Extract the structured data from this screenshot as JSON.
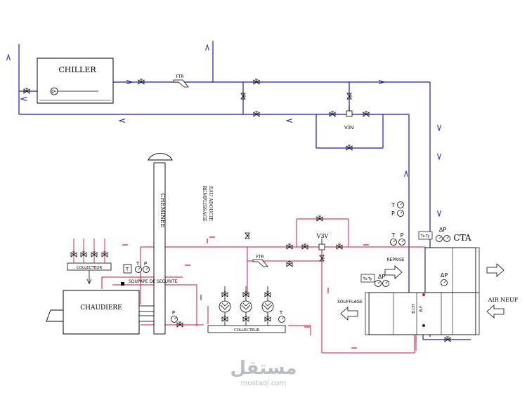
{
  "labels": {
    "chiller": "CHILLER",
    "ftr_top": "FTR",
    "v3v_top": "V3V",
    "cheminee": "CHEMINEE",
    "remplissage_1": "REMPLISSAGE",
    "remplissage_2": "EAU ADOUCIE",
    "v3v_mid": "V3V",
    "cta": "CTA",
    "collecteur_upper": "COLLECTEUR",
    "soupape": "SOUPAPE DE SECURITE",
    "chaudiere": "CHAUDIERE",
    "ftr_mid": "FTR",
    "collecteur_lower": "COLLECTEUR",
    "reprise": "REPRISE",
    "soufflage": "SOUFFLAGE",
    "air_neuf": "AIR NEUF",
    "bch": "B.CH",
    "bf": "B.F",
    "t": "T",
    "p": "P",
    "dp": "ΔP",
    "txty": "Tx.Ty"
  },
  "watermark": {
    "arabic": "مستقل",
    "url": "mostaql.com"
  },
  "colors": {
    "cold_water": "#1a1aa8",
    "hot_water": "#d8103a",
    "equipment": "#000000",
    "watermark": "#b9bcc1"
  }
}
